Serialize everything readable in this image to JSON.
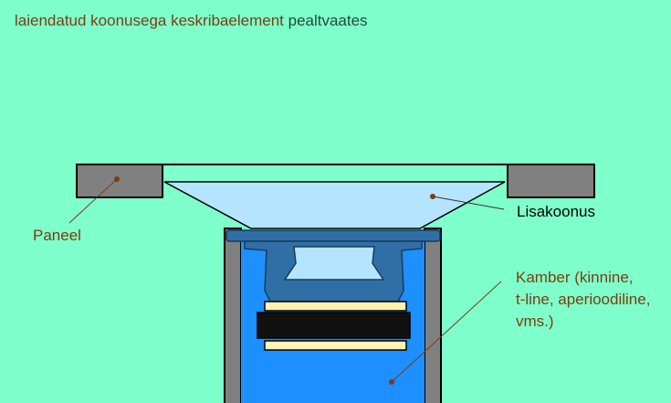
{
  "title": {
    "part1": "laiendatud koonusega keskribaelement",
    "part2": "pealtvaates"
  },
  "labels": {
    "panel": "Paneel",
    "extra_cone": "Lisakoonus",
    "chamber_line1": "Kamber (kinnine,",
    "chamber_line2": "t-line, aperioodiline,",
    "chamber_line3": "vms.)"
  },
  "colors": {
    "background": "#7fffcc",
    "panel": "#808080",
    "cone": "#b4e4ff",
    "chamber": "#1e8fff",
    "driver_basket": "#2f6fa6",
    "magnet": "#111111",
    "pole_plate": "#fff2b0",
    "label_brown": "#7a3e0e"
  }
}
